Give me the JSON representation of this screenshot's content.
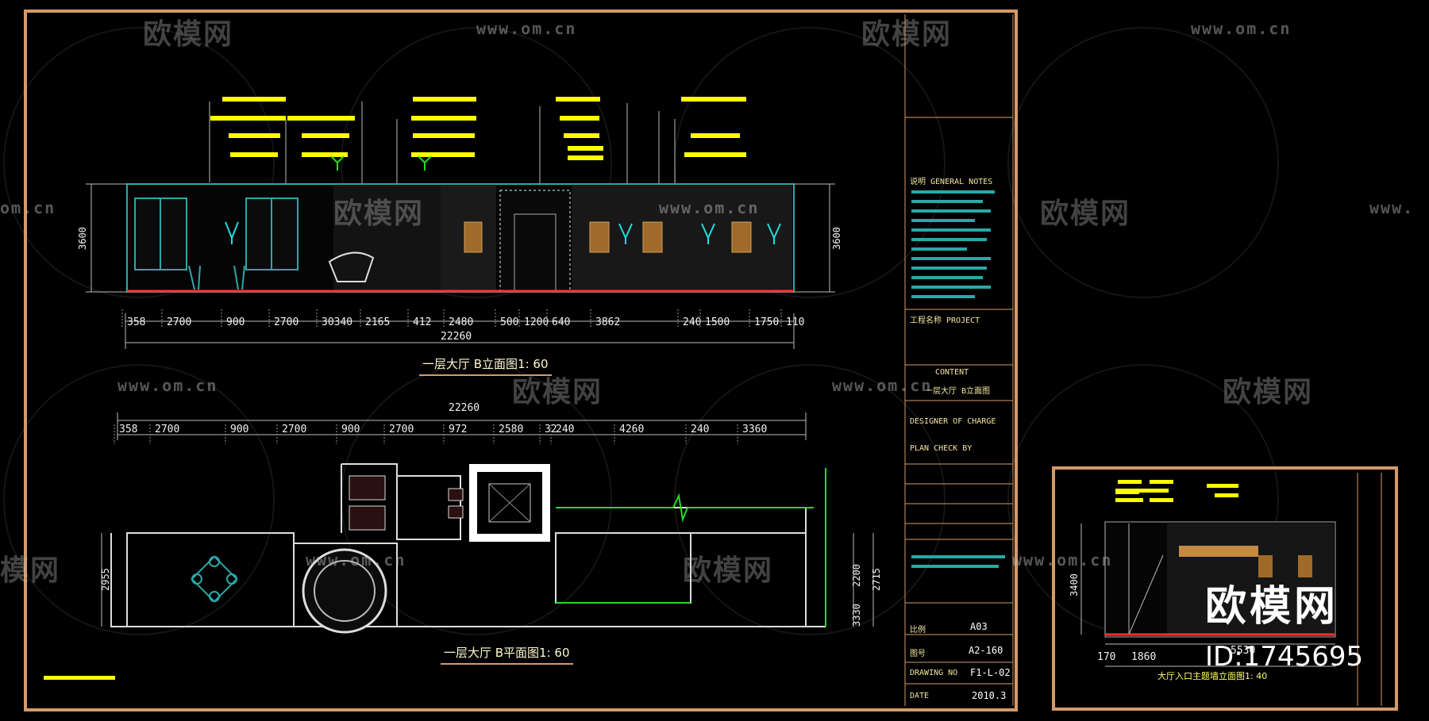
{
  "watermarks": {
    "brand": "欧模网",
    "url": "www.om.cn",
    "url_short": "om.cn",
    "url_fragment": "www.",
    "brand_partial": "模网"
  },
  "elevation": {
    "height_left": "3600",
    "height_right": "3600",
    "segments": [
      "358",
      "2700",
      "900",
      "2700",
      "30340",
      "2165",
      "412",
      "2480",
      "500",
      "1200",
      "640",
      "3862",
      "240",
      "1500",
      "1750",
      "110"
    ],
    "total": "22260",
    "caption": "一层大厅 B立面图1: 60"
  },
  "plan": {
    "total": "22260",
    "segments": [
      "358",
      "2700",
      "900",
      "2700",
      "900",
      "2700",
      "972",
      "2580",
      "32",
      "240",
      "4260",
      "240",
      "3360"
    ],
    "height_left": "2955",
    "height_right_a": "2200",
    "height_right_b": "2715",
    "height_right_c": "3330",
    "caption": "一层大厅 B平面图1: 60"
  },
  "title_block": {
    "notes_heading": "说明  GENERAL NOTES",
    "project_label": "工程名称 PROJECT",
    "drawing_label": "CONTENT",
    "drawing_title": "一层大厅 B立面图",
    "row_a": "DESIGNER OF CHARGE",
    "row_b": "PLAN CHECK BY",
    "scale_label": "比例",
    "scale_value": "A03",
    "sheet_label": "图号",
    "sheet_value": "A2-160",
    "no_label": "DRAWING NO",
    "no_value": "F1-L-02",
    "date_label": "DATE",
    "date_value": "2010.3"
  },
  "small_sheet": {
    "height": "3400",
    "dim_a": "170",
    "dim_b": "1860",
    "dim_c": "5530",
    "caption": "大厅入口主题墙立面图1: 40"
  },
  "stamp": {
    "brand": "欧模网",
    "id": "ID:1745695"
  },
  "colors": {
    "frame": "#d49a6a",
    "label": "#ffff00",
    "wall": "#2aa8a8",
    "floor": "#ff3030",
    "green": "#22dd22"
  }
}
